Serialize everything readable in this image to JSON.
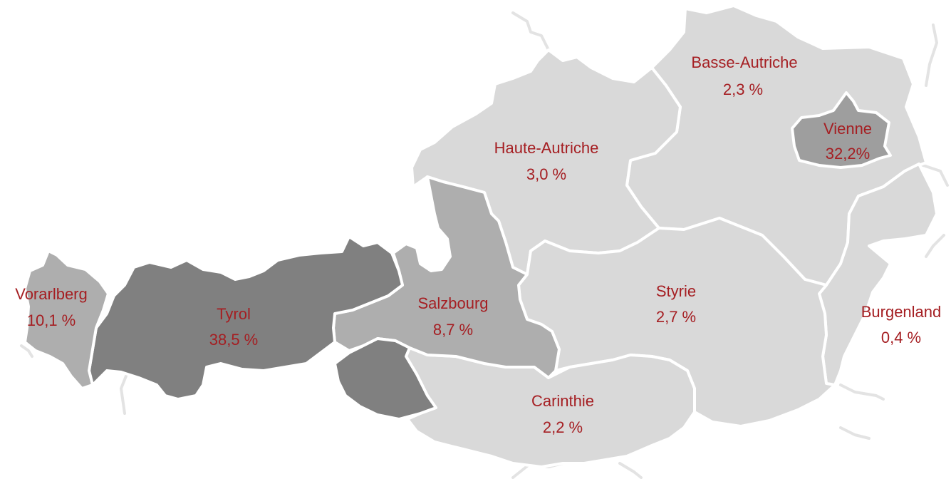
{
  "colors": {
    "label": "#a51e22",
    "border": "#ffffff",
    "neighbour_lines": "#e3e3e3",
    "low": "#d9d9d9",
    "medium": "#aeaeae",
    "mid_dark": "#9e9e9e",
    "high": "#808080"
  },
  "regions": [
    {
      "id": "vorarlberg",
      "name": "Vorarlberg",
      "value": "10,1 %",
      "shade": "medium"
    },
    {
      "id": "tyrol",
      "name": "Tyrol",
      "value": "38,5 %",
      "shade": "high"
    },
    {
      "id": "salzbourg",
      "name": "Salzbourg",
      "value": "8,7 %",
      "shade": "medium"
    },
    {
      "id": "haute-autriche",
      "name": "Haute-Autriche",
      "value": "3,0 %",
      "shade": "low"
    },
    {
      "id": "basse-autriche",
      "name": "Basse-Autriche",
      "value": "2,3 %",
      "shade": "low"
    },
    {
      "id": "vienne",
      "name": "Vienne",
      "value": "32,2%",
      "shade": "mid_dark"
    },
    {
      "id": "styrie",
      "name": "Styrie",
      "value": "2,7 %",
      "shade": "low"
    },
    {
      "id": "carinthie",
      "name": "Carinthie",
      "value": "2,2 %",
      "shade": "low"
    },
    {
      "id": "burgenland",
      "name": "Burgenland",
      "value": "0,4 %",
      "shade": "low"
    }
  ]
}
